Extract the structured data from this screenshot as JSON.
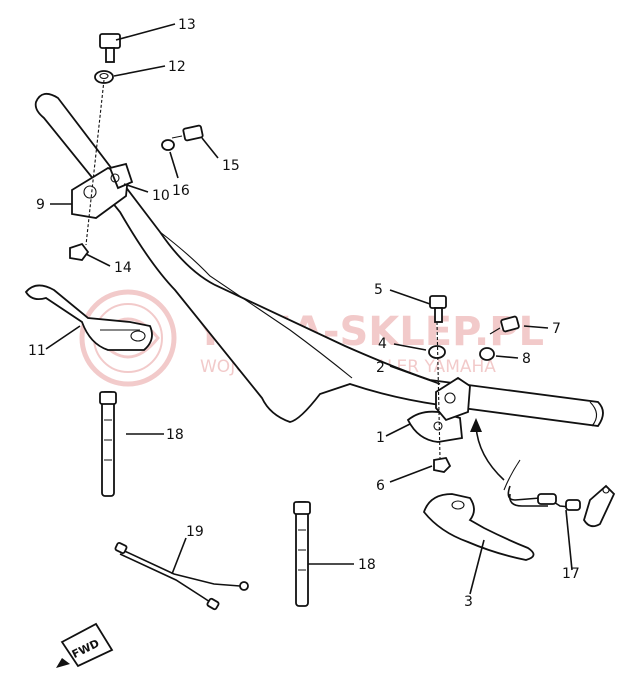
{
  "watermark": {
    "brand": "YAMA-SKLEP.PL",
    "tagline": "WOJCIECHOWICZ DEALER YAMAHA",
    "color": "#e8a0a0"
  },
  "callouts": {
    "c1": "1",
    "c2": "2",
    "c3": "3",
    "c4": "4",
    "c5": "5",
    "c6": "6",
    "c7": "7",
    "c8": "8",
    "c9": "9",
    "c10": "10",
    "c11": "11",
    "c12": "12",
    "c13": "13",
    "c14": "14",
    "c15": "15",
    "c16": "16",
    "c17": "17",
    "c18a": "18",
    "c18b": "18",
    "c19": "19"
  },
  "fwd_badge": "FWD"
}
